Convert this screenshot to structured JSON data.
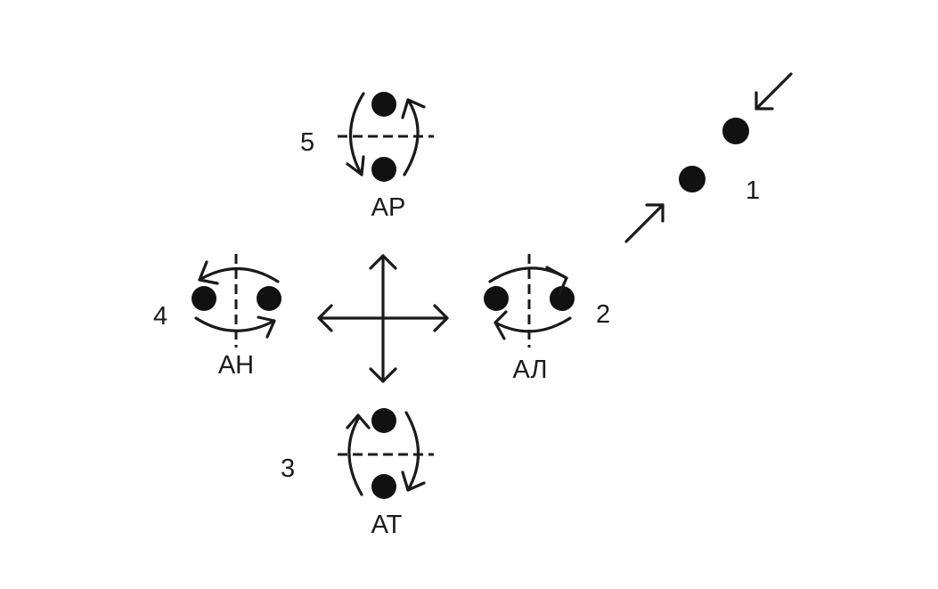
{
  "diagram": {
    "numbers": {
      "n1": "1",
      "n2": "2",
      "n3": "3",
      "n4": "4",
      "n5": "5"
    },
    "labels": {
      "ap": "АР",
      "al": "АЛ",
      "at": "АТ",
      "ah": "АН"
    }
  },
  "colors": {
    "ink": "#111111",
    "background": "#ffffff"
  }
}
